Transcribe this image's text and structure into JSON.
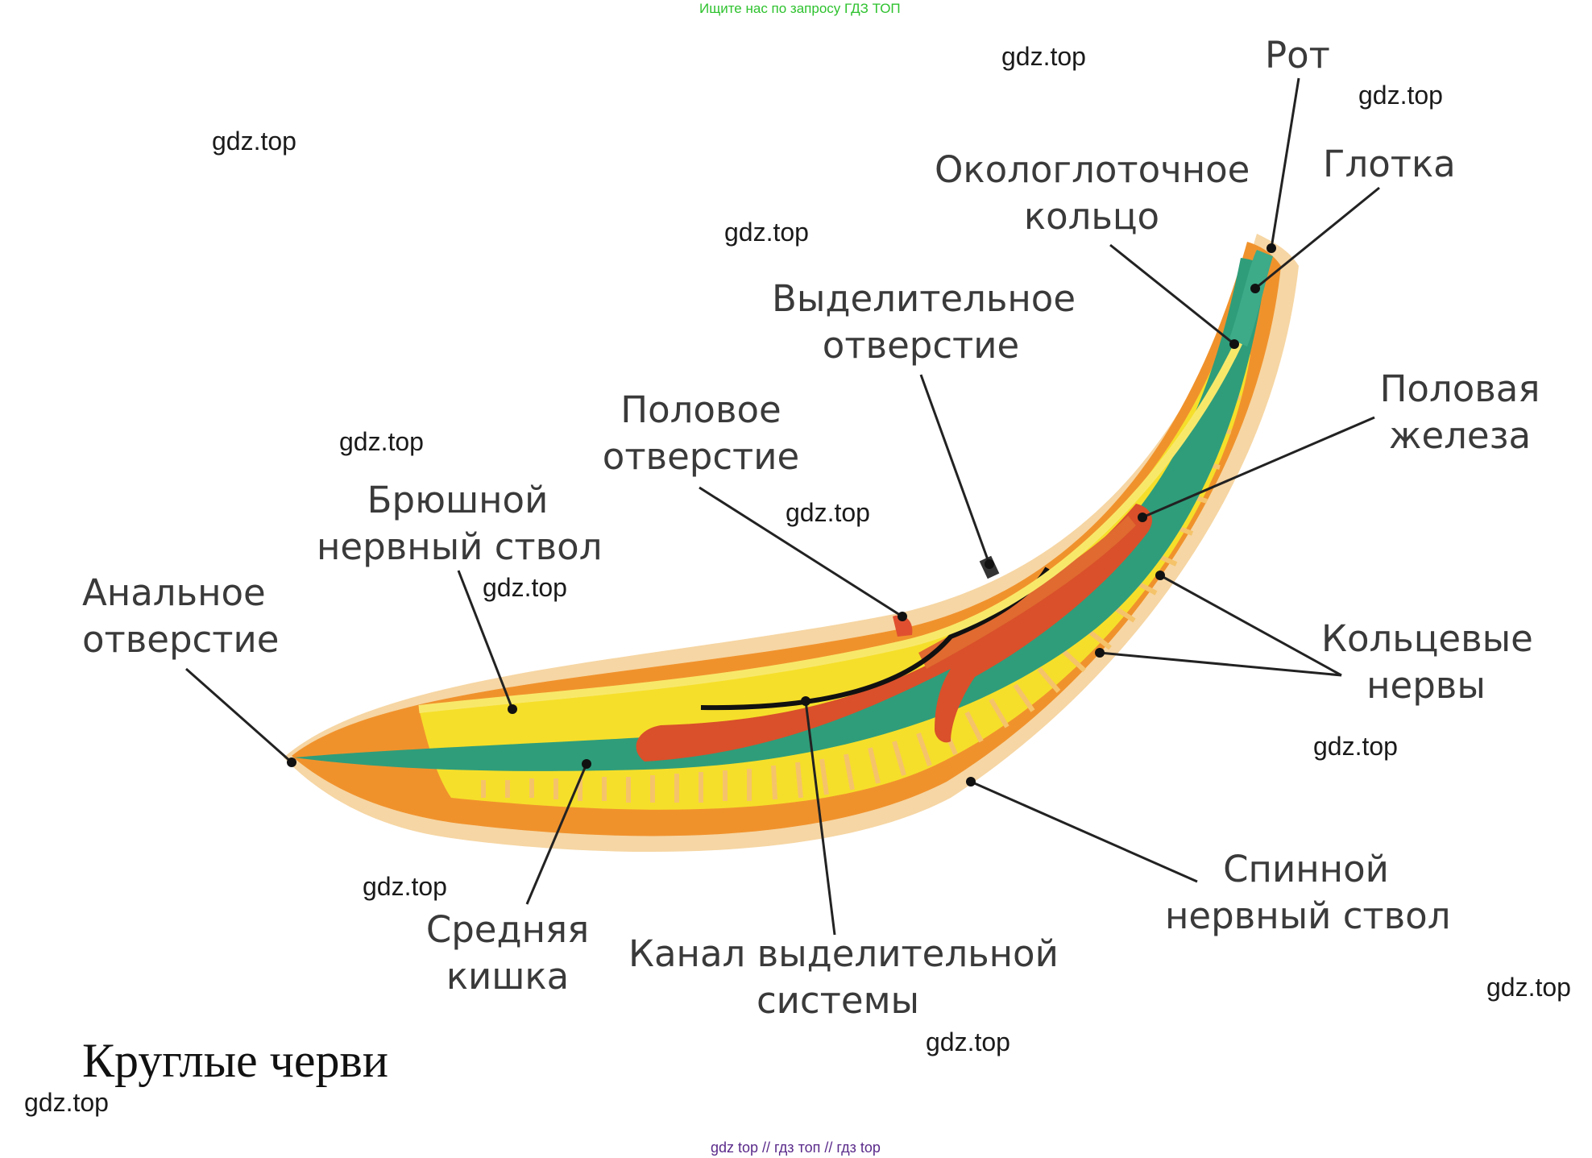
{
  "header_text": "Ищите нас по запросу ГДЗ ТОП",
  "watermark": "gdz.top",
  "labels": {
    "mouth": "Рот",
    "pharynx": "Глотка",
    "nerve_ring_line1": "Окологлоточное",
    "nerve_ring_line2": "кольцо",
    "excretory_pore_line1": "Выделительное",
    "excretory_pore_line2": "отверстие",
    "genital_pore_line1": "Половое",
    "genital_pore_line2": "отверстие",
    "gonad_line1": "Половая",
    "gonad_line2": "железа",
    "ventral_cord_line1": "Брюшной",
    "ventral_cord_line2": "нервный ствол",
    "anus_line1": "Анальное",
    "anus_line2": "отверстие",
    "ring_nerves_line1": "Кольцевые",
    "ring_nerves_line2": "нервы",
    "dorsal_cord_line1": "Спинной",
    "dorsal_cord_line2": "нервный ствол",
    "excretory_canal_line1": "Канал выделительной",
    "excretory_canal_line2": "системы",
    "midgut_line1": "Средняя",
    "midgut_line2": "кишка"
  },
  "caption": "Круглые черви",
  "footer": "gdz top  //  гдз топ  //  гдз top",
  "colors": {
    "body_outer": "#f7d9a8",
    "body_orange": "#f0922c",
    "body_yellow": "#f6df2a",
    "gut_green": "#2f9d7a",
    "gonad_red": "#d9502a",
    "header_green": "#2ec22e",
    "footer_purple": "#5a2a8a"
  }
}
